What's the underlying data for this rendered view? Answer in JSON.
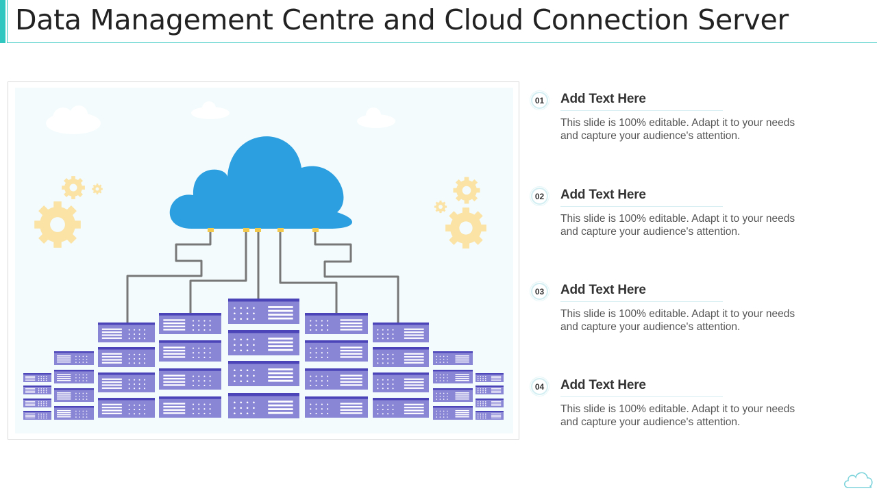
{
  "slide": {
    "title": "Data Management Centre and Cloud Connection Server"
  },
  "items": [
    {
      "number": "01",
      "heading": "Add Text Here",
      "text": "This slide is 100% editable. Adapt it to your needs and capture your audience's attention."
    },
    {
      "number": "02",
      "heading": "Add Text Here",
      "text": "This slide is 100% editable. Adapt it to your needs and capture your audience's attention."
    },
    {
      "number": "03",
      "heading": "Add Text Here",
      "text": "This slide is 100% editable. Adapt it to your needs and capture your audience's attention."
    },
    {
      "number": "04",
      "heading": "Add Text Here",
      "text": "This slide is 100% editable. Adapt it to your needs and capture your audience's attention."
    }
  ],
  "icons": {
    "main": "cloud-icon",
    "decor": [
      "gear-icon",
      "server-rack-icon",
      "small-cloud-icon"
    ]
  },
  "colors": {
    "accent": "#2fc7c0",
    "cloud": "#2b9fdf",
    "server": "#8a86d6",
    "server_dark": "#4a44b8",
    "gear": "#fbe3a6",
    "wire": "#777777",
    "connector": "#f2c94c",
    "scene_bg": "#f3fbfc"
  }
}
